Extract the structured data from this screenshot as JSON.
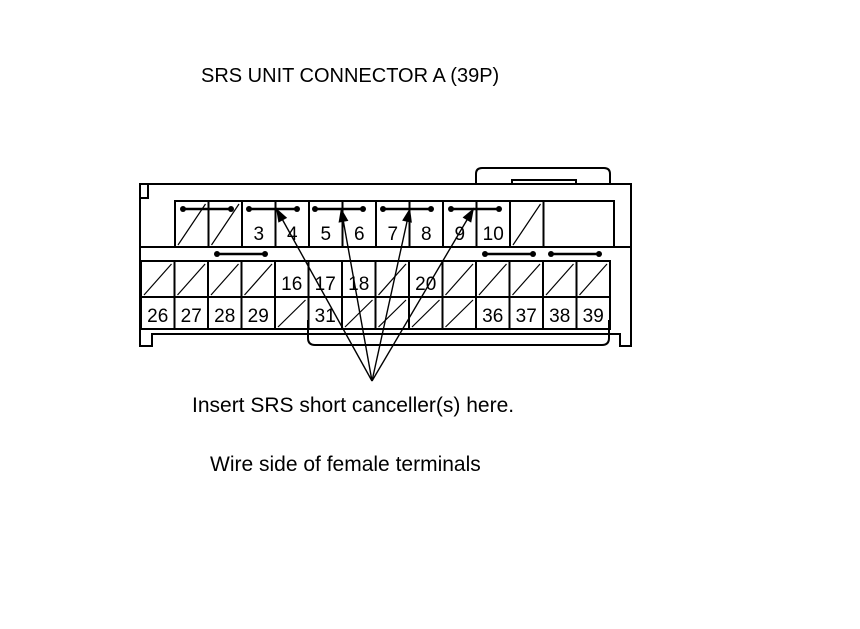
{
  "diagram": {
    "title": "SRS UNIT CONNECTOR A (39P)",
    "instruction": "Insert SRS short canceller(s) here.",
    "subtitle": "Wire side of female terminals"
  },
  "connector": {
    "row1": [
      {
        "label": "",
        "hatched": true
      },
      {
        "label": "",
        "hatched": true
      },
      {
        "label": "3",
        "hatched": false
      },
      {
        "label": "4",
        "hatched": false
      },
      {
        "label": "5",
        "hatched": false
      },
      {
        "label": "6",
        "hatched": false
      },
      {
        "label": "7",
        "hatched": false
      },
      {
        "label": "8",
        "hatched": false
      },
      {
        "label": "9",
        "hatched": false
      },
      {
        "label": "10",
        "hatched": false
      },
      {
        "label": "",
        "hatched": true
      }
    ],
    "row2": [
      {
        "label": "",
        "hatched": true
      },
      {
        "label": "",
        "hatched": true
      },
      {
        "label": "",
        "hatched": true
      },
      {
        "label": "",
        "hatched": true
      },
      {
        "label": "16",
        "hatched": false
      },
      {
        "label": "17",
        "hatched": false
      },
      {
        "label": "18",
        "hatched": false
      },
      {
        "label": "",
        "hatched": true
      },
      {
        "label": "20",
        "hatched": false
      },
      {
        "label": "",
        "hatched": true
      },
      {
        "label": "",
        "hatched": true
      },
      {
        "label": "",
        "hatched": true
      },
      {
        "label": "",
        "hatched": true
      },
      {
        "label": "",
        "hatched": true
      }
    ],
    "row3": [
      {
        "label": "26",
        "hatched": false
      },
      {
        "label": "27",
        "hatched": false
      },
      {
        "label": "28",
        "hatched": false
      },
      {
        "label": "29",
        "hatched": false
      },
      {
        "label": "",
        "hatched": true
      },
      {
        "label": "31",
        "hatched": false
      },
      {
        "label": "",
        "hatched": true
      },
      {
        "label": "",
        "hatched": true
      },
      {
        "label": "",
        "hatched": true
      },
      {
        "label": "",
        "hatched": true
      },
      {
        "label": "36",
        "hatched": false
      },
      {
        "label": "37",
        "hatched": false
      },
      {
        "label": "38",
        "hatched": false
      },
      {
        "label": "39",
        "hatched": false
      }
    ]
  },
  "colors": {
    "line": "#000000",
    "background": "#ffffff"
  }
}
